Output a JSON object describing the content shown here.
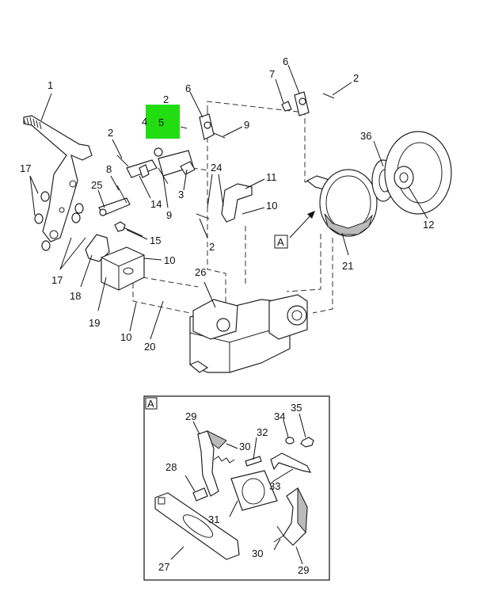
{
  "callouts": {
    "c1": "1",
    "c2a": "2",
    "c2b": "2",
    "c2c": "2",
    "c2d": "2",
    "c3": "3",
    "c4": "4",
    "c5": "5",
    "c6a": "6",
    "c6b": "6",
    "c7": "7",
    "c8": "8",
    "c9a": "9",
    "c9b": "9",
    "c10a": "10",
    "c10b": "10",
    "c10c": "10",
    "c11": "11",
    "c12": "12",
    "c14": "14",
    "c15": "15",
    "c17a": "17",
    "c17b": "17",
    "c18": "18",
    "c19": "19",
    "c20": "20",
    "c21": "21",
    "c24": "24",
    "c25": "25",
    "c26": "26",
    "c36": "36",
    "cA": "A"
  },
  "inset": {
    "tag": "A",
    "c27": "27",
    "c28": "28",
    "c29a": "29",
    "c29b": "29",
    "c30a": "30",
    "c30b": "30",
    "c31": "31",
    "c32": "32",
    "c33": "33",
    "c34": "34",
    "c35": "35"
  },
  "highlight": {
    "label": "5",
    "color": "#22dd11"
  },
  "colors": {
    "line": "#222222",
    "background": "#ffffff"
  }
}
